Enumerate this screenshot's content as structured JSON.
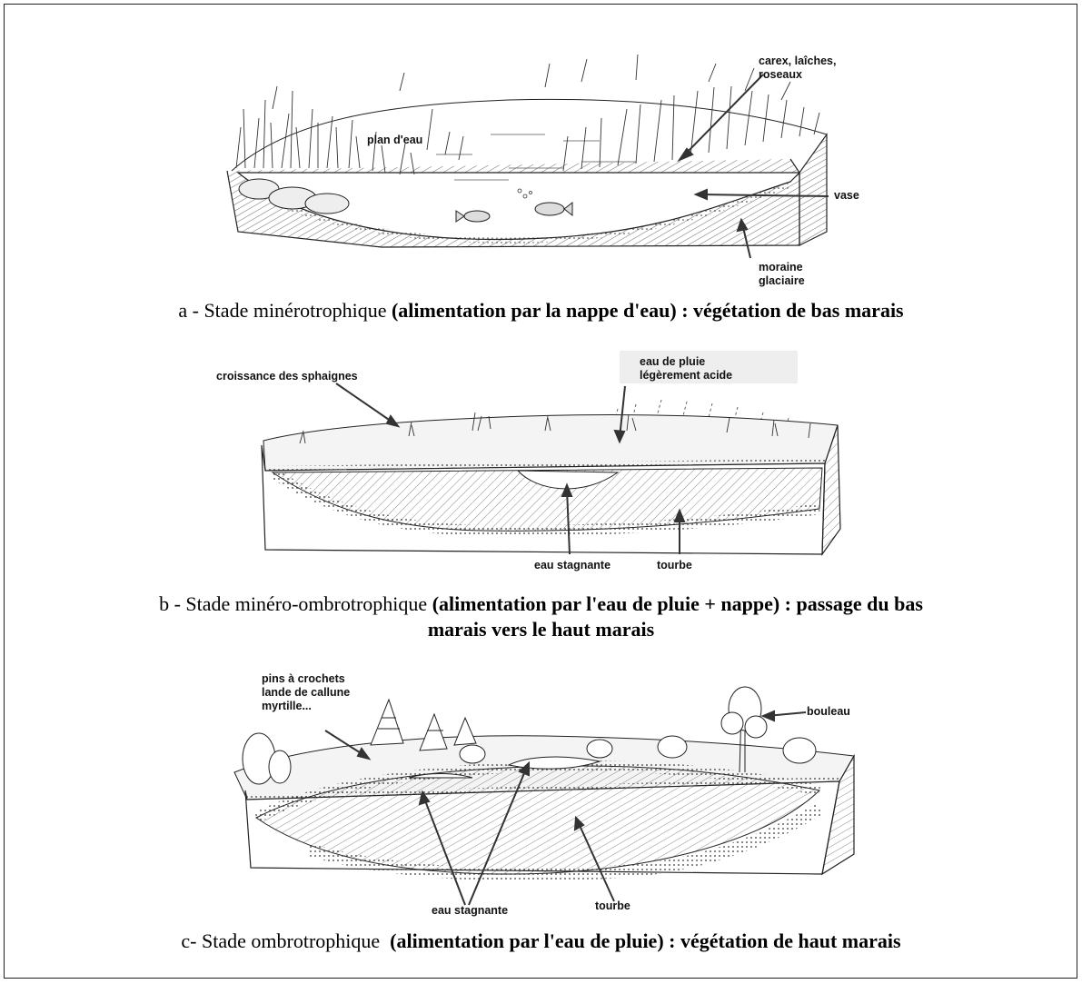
{
  "panels": [
    {
      "labels": {
        "reeds": "carex, laîches,\nroseaux",
        "water": "plan d'eau",
        "mud": "vase",
        "moraine": "moraine\nglaciaire"
      },
      "caption_plain": "a - Stade minérotrophique ",
      "caption_bold": "(alimentation par la nappe d'eau) : végétation de bas marais"
    },
    {
      "labels": {
        "sphagnum": "croissance des sphaignes",
        "rain": "eau de pluie\nlégèrement acide",
        "stagnant": "eau stagnante",
        "peat": "tourbe"
      },
      "caption_plain": "b - Stade minéro-ombrotrophique ",
      "caption_bold": "(alimentation par l'eau de pluie + nappe) : passage du bas",
      "caption_line2": "marais vers le haut marais"
    },
    {
      "labels": {
        "trees": "pins à crochets\nlande de callune\nmyrtille...",
        "birch": "bouleau",
        "stagnant": "eau stagnante",
        "peat": "tourbe"
      },
      "caption_plain": "c- Stade ombrotrophique  ",
      "caption_bold": "(alimentation par l'eau de pluie) : végétation de haut marais"
    }
  ]
}
